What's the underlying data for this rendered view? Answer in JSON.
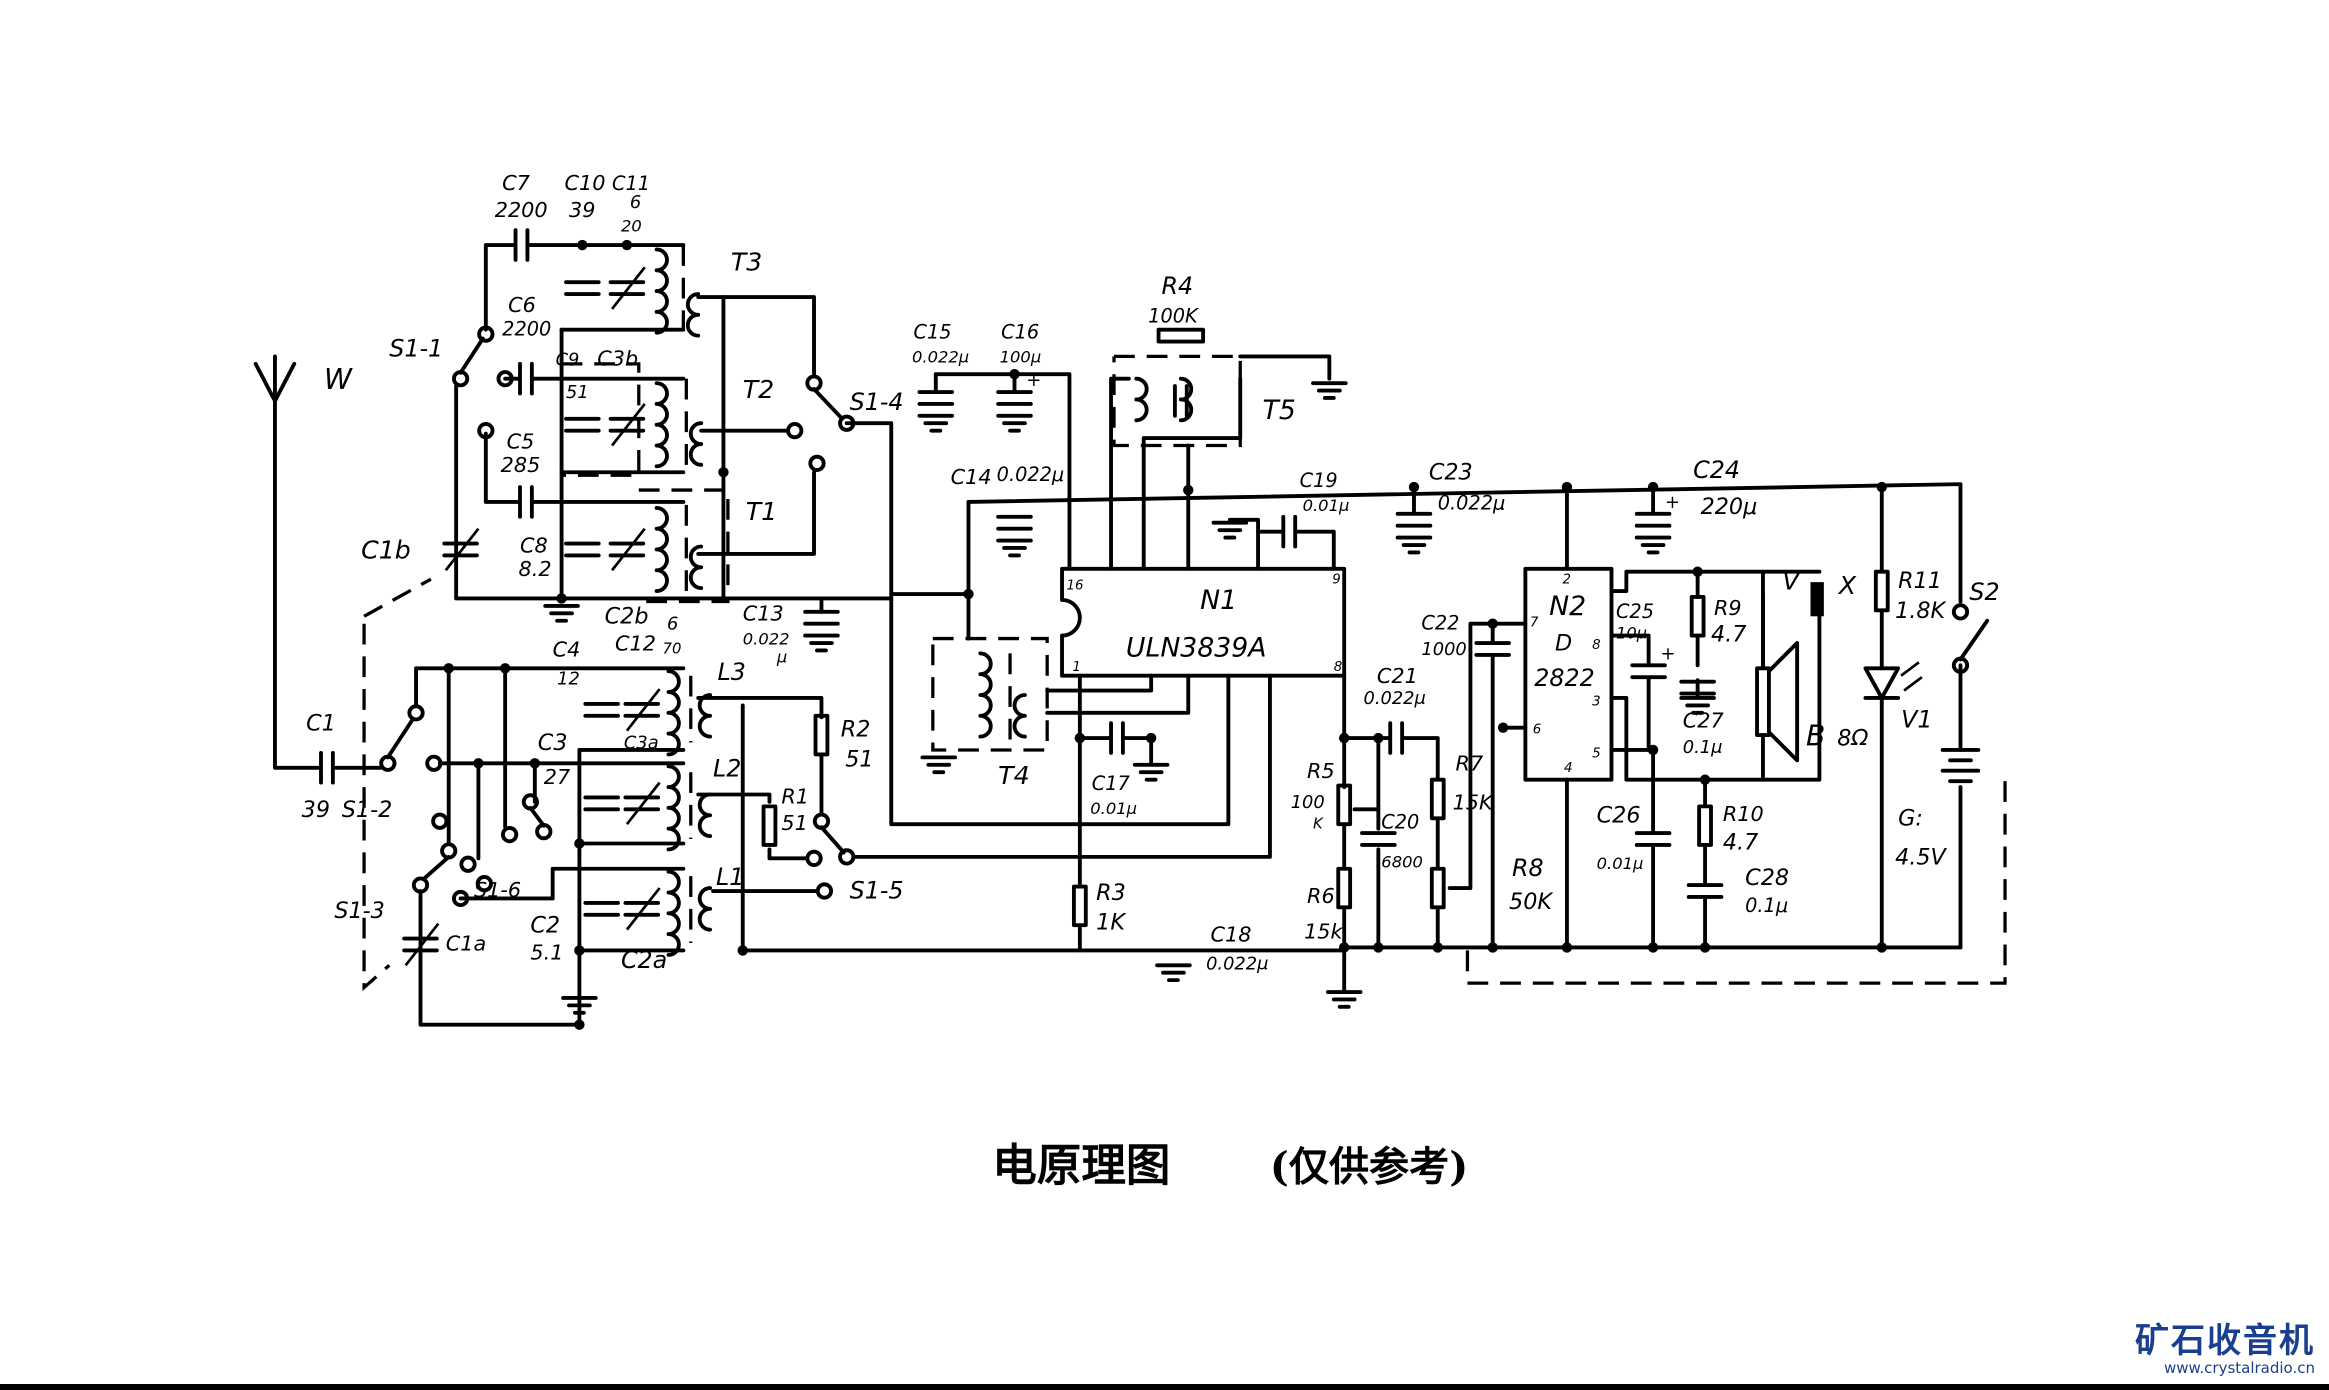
{
  "components": {
    "W": {
      "ref": "W"
    },
    "S1_1": {
      "ref": "S1-1"
    },
    "S1_2": {
      "ref": "S1-2"
    },
    "S1_3": {
      "ref": "S1-3"
    },
    "S1_4": {
      "ref": "S1-4"
    },
    "S1_5": {
      "ref": "S1-5"
    },
    "S1_6": {
      "ref": "S1-6"
    },
    "C1": {
      "ref": "C1",
      "value": "39"
    },
    "C1a": {
      "ref": "C1a"
    },
    "C1b": {
      "ref": "C1b"
    },
    "C2": {
      "ref": "C2",
      "value": "5.1"
    },
    "C2a": {
      "ref": "C2a"
    },
    "C2b": {
      "ref": "C2b"
    },
    "C3": {
      "ref": "C3",
      "value": "27"
    },
    "C3a": {
      "ref": "C3a"
    },
    "C3b": {
      "ref": "C3b"
    },
    "C4": {
      "ref": "C4",
      "value": "12"
    },
    "C5": {
      "ref": "C5",
      "value": "285"
    },
    "C6": {
      "ref": "C6",
      "value": "2200"
    },
    "C7": {
      "ref": "C7",
      "value": "2200"
    },
    "C8": {
      "ref": "C8",
      "value": "8.2"
    },
    "C9": {
      "ref": "C9",
      "value": "51"
    },
    "C10": {
      "ref": "C10",
      "value": "39"
    },
    "C11": {
      "ref": "C11",
      "value_top": "6",
      "value_bottom": "20"
    },
    "C12": {
      "ref": "C12",
      "value_top": "6",
      "value_bottom": "70"
    },
    "C13": {
      "ref": "C13",
      "value": "0.022",
      "unit": "μ"
    },
    "C14": {
      "ref": "C14",
      "value": "0.022μ"
    },
    "C15": {
      "ref": "C15",
      "value": "0.022μ"
    },
    "C16": {
      "ref": "C16",
      "value": "100μ"
    },
    "C17": {
      "ref": "C17",
      "value": "0.01μ"
    },
    "C18": {
      "ref": "C18",
      "value": "0.022μ"
    },
    "C19": {
      "ref": "C19",
      "value": "0.01μ"
    },
    "C20": {
      "ref": "C20",
      "value": "6800"
    },
    "C21": {
      "ref": "C21",
      "value": "0.022μ"
    },
    "C22": {
      "ref": "C22",
      "value": "1000"
    },
    "C23": {
      "ref": "C23",
      "value": "0.022μ"
    },
    "C24": {
      "ref": "C24",
      "value": "220μ"
    },
    "C25": {
      "ref": "C25",
      "value": "10μ"
    },
    "C26": {
      "ref": "C26",
      "value": "0.01μ"
    },
    "C27": {
      "ref": "C27",
      "value": "0.1μ"
    },
    "C28": {
      "ref": "C28",
      "value": "0.1μ"
    },
    "R1": {
      "ref": "R1",
      "value": "51"
    },
    "R2": {
      "ref": "R2",
      "value": "51"
    },
    "R3": {
      "ref": "R3",
      "value": "1K"
    },
    "R4": {
      "ref": "R4",
      "value": "100K"
    },
    "R5": {
      "ref": "R5",
      "value": "100",
      "unit": "K"
    },
    "R6": {
      "ref": "R6",
      "value": "15k"
    },
    "R7": {
      "ref": "R7",
      "value": "15K"
    },
    "R8": {
      "ref": "R8",
      "value": "50K"
    },
    "R9": {
      "ref": "R9",
      "value": "4.7"
    },
    "R10": {
      "ref": "R10",
      "value": "4.7"
    },
    "R11": {
      "ref": "R11",
      "value": "1.8K"
    },
    "T1": {
      "ref": "T1"
    },
    "T2": {
      "ref": "T2"
    },
    "T3": {
      "ref": "T3"
    },
    "T4": {
      "ref": "T4"
    },
    "T5": {
      "ref": "T5"
    },
    "L1": {
      "ref": "L1"
    },
    "L2": {
      "ref": "L2"
    },
    "L3": {
      "ref": "L3"
    },
    "N1": {
      "ref": "N1",
      "part": "ULN3839A",
      "pins": [
        "16",
        "9",
        "1",
        "8"
      ]
    },
    "N2": {
      "ref": "N2",
      "part_line1": "D",
      "part_line2": "2822",
      "pins": [
        "2",
        "7",
        "8",
        "3",
        "6",
        "5",
        "4"
      ]
    },
    "B": {
      "ref": "B",
      "value": "8Ω"
    },
    "V1": {
      "ref": "V1"
    },
    "S2": {
      "ref": "S2"
    },
    "G": {
      "ref": "G:",
      "value": "4.5V"
    },
    "jack": {
      "ref_v": "V",
      "ref_x": "X"
    }
  },
  "title": "电原理图",
  "subtitle": "(仅供参考)",
  "logo": {
    "name": "矿石收音机",
    "url": "www.crystalradio.cn"
  }
}
